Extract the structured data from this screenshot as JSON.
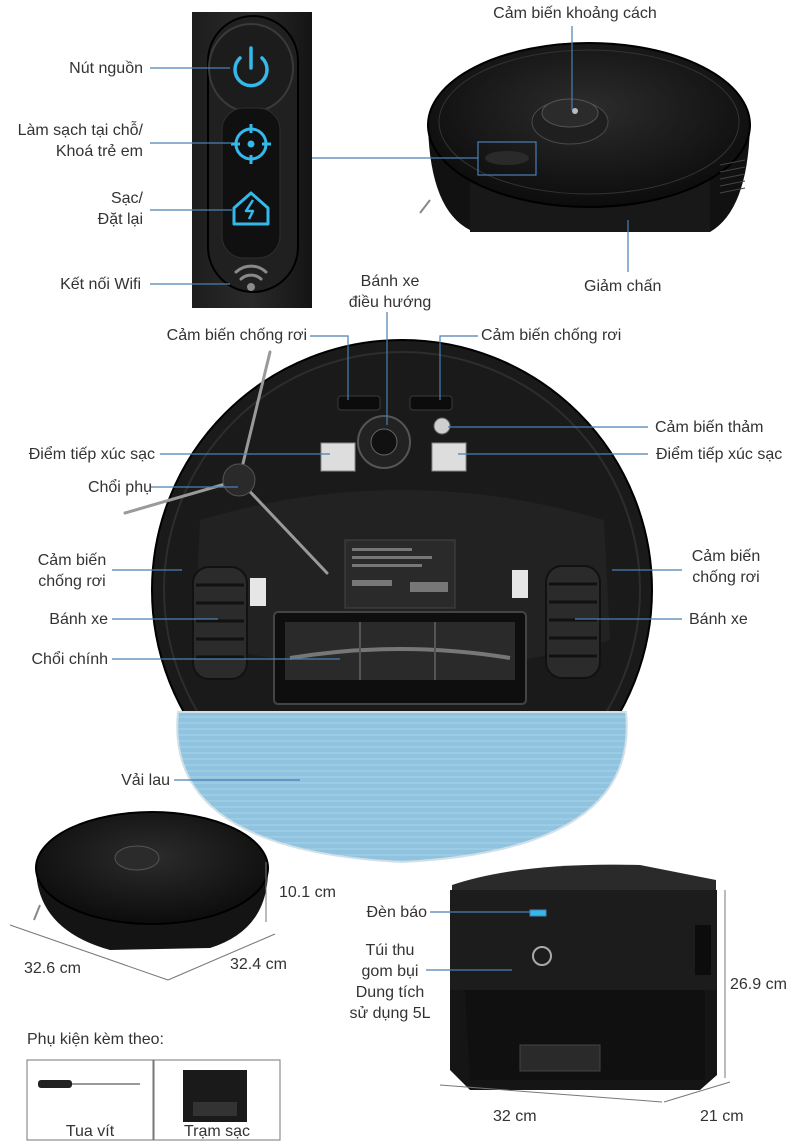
{
  "callouts": {
    "power_button": "Nút nguồn",
    "spot_clean_line1": "Làm sạch tại chỗ/",
    "spot_clean_line2": "Khoá trẻ em",
    "charge_line1": "Sạc/",
    "charge_line2": "Đặt lại",
    "wifi": "Kết nối Wifi",
    "distance_sensor": "Cảm biến khoảng cách",
    "bumper": "Giảm chấn",
    "nav_wheel_line1": "Bánh xe",
    "nav_wheel_line2": "điều hướng",
    "cliff_sensor_left": "Cảm biến chống rơi",
    "cliff_sensor_right": "Cảm biến chống rơi",
    "carpet_sensor": "Cảm biến thảm",
    "charge_contact_left": "Điểm tiếp xúc sạc",
    "charge_contact_right": "Điểm tiếp xúc sạc",
    "side_brush": "Chổi phụ",
    "cliff_side_left_line1": "Cảm biến",
    "cliff_side_left_line2": "chống rơi",
    "cliff_side_right_line1": "Cảm biến",
    "cliff_side_right_line2": "chống rơi",
    "wheel_left": "Bánh xe",
    "wheel_right": "Bánh xe",
    "main_brush": "Chổi chính",
    "mop_cloth": "Vải lau",
    "indicator_light": "Đèn báo",
    "dust_bag_line1": "Túi thu",
    "dust_bag_line2": "gom bụi",
    "dust_bag_line3": "Dung tích",
    "dust_bag_line4": "sử dụng 5L"
  },
  "dimensions": {
    "robot_height": "10.1 cm",
    "robot_depth": "32.6 cm",
    "robot_width": "32.4 cm",
    "station_height": "26.9 cm",
    "station_width": "32 cm",
    "station_depth": "21 cm"
  },
  "accessories": {
    "title": "Phụ kiện kèm theo:",
    "item1": "Tua vít",
    "item2": "Trạm sạc"
  },
  "colors": {
    "robot_body": "#1a1a1a",
    "led_blue": "#35b8ea",
    "mop": "#8ec1dd",
    "line": "#4a7fb5"
  },
  "icons": {
    "power": "power-icon",
    "spot": "crosshair-icon",
    "home": "home-charge-icon",
    "wifi": "wifi-icon"
  }
}
